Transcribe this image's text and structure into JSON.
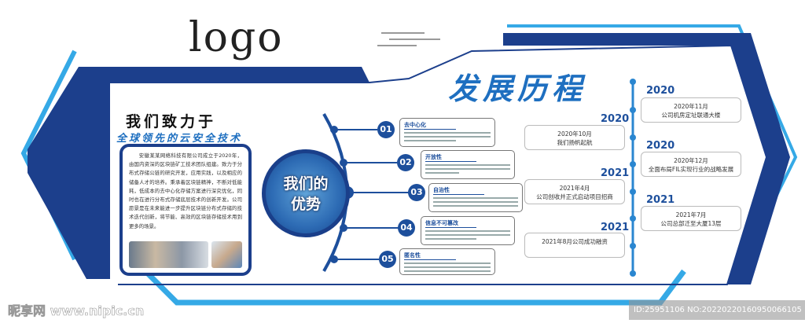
{
  "logo": "logo",
  "intro": {
    "heading": "我们致力于",
    "subheading": "全球领先的云安全技术",
    "body": "安徽某某网络科技有限公司成立于2020年，由国内资深的区块链矿工技术团队组建。致力于分布式存储公链的研究开发，应用实践，以及相应的储备人才的培养。秉承着区块链精神，不断对低能耗，低成本的去中心化存储方案进行深究优化，同时也在进行分布式存储底层技术的创新开发。公司愿景是在未来能进一步提升区块链分布式存储的技术迭代创新，将节能、高效的区块链存储技术用到更多的场景。"
  },
  "advantages": {
    "title": "我们的优势",
    "items": [
      {
        "num": "01",
        "heading": "去中心化"
      },
      {
        "num": "02",
        "heading": "开放性"
      },
      {
        "num": "03",
        "heading": "自治性"
      },
      {
        "num": "04",
        "heading": "信息不可篡改"
      },
      {
        "num": "05",
        "heading": "匿名性"
      }
    ]
  },
  "history": {
    "title": "发展历程",
    "events": [
      {
        "year": "2020",
        "date": "2020年11月",
        "text": "公司机房定址联通大楼",
        "side": "right"
      },
      {
        "year": "2020",
        "date": "2020年10月",
        "text": "我们扬帆起航",
        "side": "left"
      },
      {
        "year": "2020",
        "date": "2020年12月",
        "text": "全面布局FIL实现行业的战略发展",
        "side": "right"
      },
      {
        "year": "2021",
        "date": "2021年4月",
        "text": "公司创收并正式启动项目招商",
        "side": "left"
      },
      {
        "year": "2021",
        "date": "2021年7月",
        "text": "公司总部迁至大厦13层",
        "side": "right"
      },
      {
        "year": "2021",
        "date": "",
        "text": "2021年8月公司成功融资",
        "side": "left"
      }
    ]
  },
  "watermark": {
    "site": "昵享网 www.nipic.cn",
    "id": "ID:25951106 NO:20220220160950066105"
  },
  "colors": {
    "navy": "#1c3f8c",
    "blue": "#1e6fc0",
    "light_blue": "#35a9e6"
  }
}
